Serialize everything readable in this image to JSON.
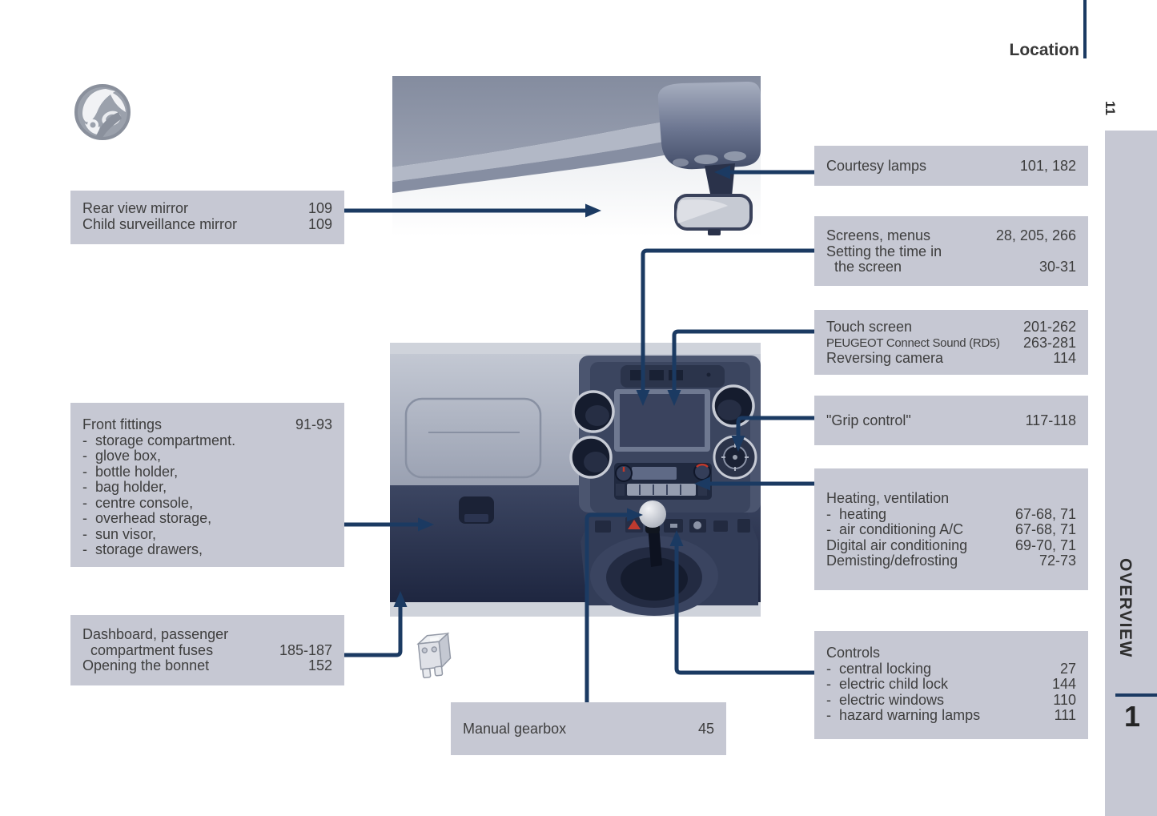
{
  "page": {
    "header_title": "Location",
    "page_number": "11"
  },
  "sidebar": {
    "section_label": "OVERVIEW",
    "chapter_number": "1"
  },
  "icons": {
    "chapter_pictogram": "child-seat-pictogram-icon",
    "fuse": "fuse-icon"
  },
  "colors": {
    "callout_bg": "#c6c8d3",
    "connector": "#1b3a62",
    "text": "#3e3e3e"
  },
  "callouts": {
    "rear": {
      "rows": [
        {
          "label": "Rear view mirror",
          "pages": "109"
        },
        {
          "label": "Child surveillance mirror",
          "pages": "109"
        }
      ]
    },
    "courtesy": {
      "rows": [
        {
          "label": "Courtesy lamps",
          "pages": "101, 182"
        }
      ]
    },
    "screens": {
      "rows": [
        {
          "label": "Screens, menus",
          "pages": "28, 205, 266"
        },
        {
          "label": "Setting the time in",
          "pages": ""
        },
        {
          "label": "  the screen",
          "pages": "30-31"
        }
      ]
    },
    "touch": {
      "rows": [
        {
          "label": "Touch screen",
          "pages": "201-262"
        },
        {
          "label": "PEUGEOT Connect Sound (RD5)",
          "pages": "263-281",
          "sm": true
        },
        {
          "label": "Reversing camera",
          "pages": "114"
        }
      ]
    },
    "grip": {
      "rows": [
        {
          "label": "\"Grip control\"",
          "pages": "117-118"
        }
      ]
    },
    "heating": {
      "rows": [
        {
          "label": "Heating, ventilation",
          "pages": ""
        },
        {
          "label": "-  heating",
          "pages": "67-68, 71"
        },
        {
          "label": "-  air conditioning A/C",
          "pages": "67-68, 71"
        },
        {
          "label": "Digital air conditioning",
          "pages": "69-70, 71"
        },
        {
          "label": "Demisting/defrosting",
          "pages": "72-73"
        }
      ]
    },
    "front": {
      "rows": [
        {
          "label": "Front fittings",
          "pages": "91-93"
        },
        {
          "label": "-  storage compartment.",
          "pages": ""
        },
        {
          "label": "-  glove box,",
          "pages": ""
        },
        {
          "label": "-  bottle holder,",
          "pages": ""
        },
        {
          "label": "-  bag holder,",
          "pages": ""
        },
        {
          "label": "-  centre console,",
          "pages": ""
        },
        {
          "label": "-  overhead storage,",
          "pages": ""
        },
        {
          "label": "-  sun visor,",
          "pages": ""
        },
        {
          "label": "-  storage drawers,",
          "pages": ""
        }
      ]
    },
    "fuses": {
      "rows": [
        {
          "label": "Dashboard, passenger",
          "pages": ""
        },
        {
          "label": "  compartment fuses",
          "pages": "185-187"
        },
        {
          "label": "Opening the bonnet",
          "pages": "152"
        }
      ]
    },
    "gearbox": {
      "rows": [
        {
          "label": "Manual gearbox",
          "pages": "45"
        }
      ]
    },
    "controls": {
      "rows": [
        {
          "label": "Controls",
          "pages": ""
        },
        {
          "label": "-  central locking",
          "pages": "27"
        },
        {
          "label": "-  electric child lock",
          "pages": "144"
        },
        {
          "label": "-  electric windows",
          "pages": "110"
        },
        {
          "label": "-  hazard warning lamps",
          "pages": "111"
        }
      ]
    }
  }
}
